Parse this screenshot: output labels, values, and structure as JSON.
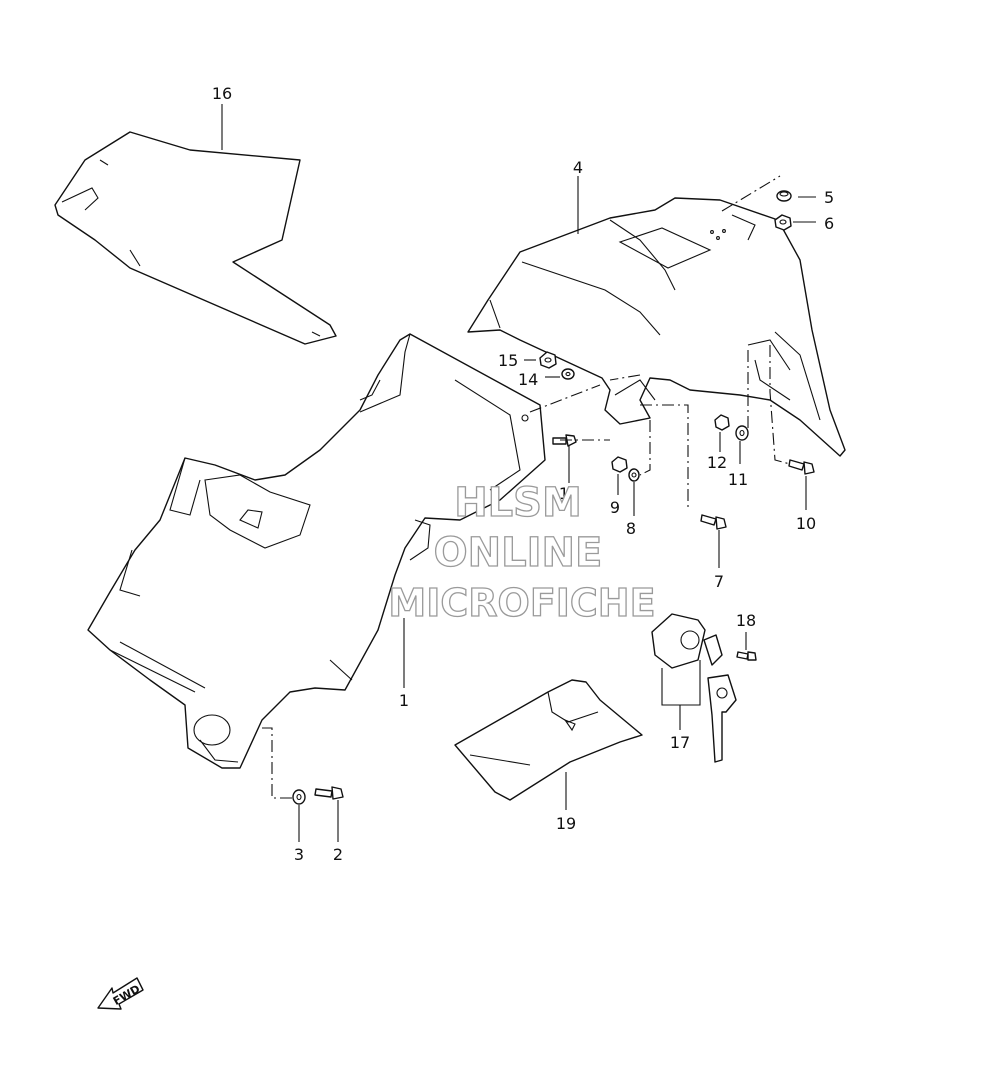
{
  "callouts": {
    "c1": "1",
    "c2": "2",
    "c3": "3",
    "c4": "4",
    "c5": "5",
    "c6": "6",
    "c7": "7",
    "c8": "8",
    "c9": "9",
    "c10": "10",
    "c11": "11",
    "c12": "12",
    "c13": "13",
    "c14": "14",
    "c15": "15",
    "c16": "16",
    "c17": "17",
    "c18": "18",
    "c19": "19"
  },
  "watermark": {
    "line1": "HLSM",
    "line2": "ONLINE",
    "line3": "MICROFICHE"
  },
  "direction": {
    "label": "FWD"
  }
}
